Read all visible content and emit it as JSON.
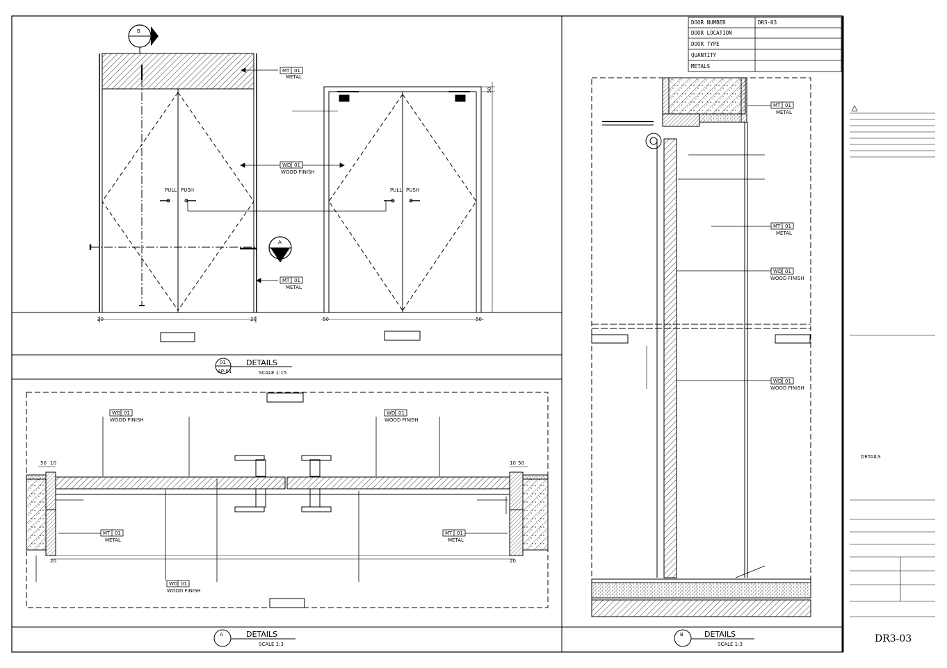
{
  "door_schedule": {
    "rows": [
      {
        "label": "DOOR NUMBER",
        "value": "DR3-03"
      },
      {
        "label": "DOOR LOCATION",
        "value": ""
      },
      {
        "label": "DOOR TYPE",
        "value": ""
      },
      {
        "label": "QUANTITY",
        "value": ""
      },
      {
        "label": "METALS",
        "value": ""
      }
    ]
  },
  "tags": {
    "mt": "MT",
    "wd": "WD",
    "num": "01",
    "metal": "METAL",
    "wood": "WOOD FINISH"
  },
  "elevation": {
    "section_b": "B",
    "section_a": "A",
    "dim_side_left": "20",
    "dim_side_right": "20",
    "dim_side_50l": "50",
    "dim_side_50r": "50",
    "dim_top_50": "50",
    "handle_push": "PUSH",
    "handle_pull": "PULL"
  },
  "detail_labels": {
    "top": {
      "title": "DETAILS",
      "num": "01",
      "ref": "AP-01",
      "scale": "SCALE 1:15"
    },
    "bottom_left": {
      "title": "DETAILS",
      "num": "A",
      "scale": "SCALE 1:3"
    },
    "bottom_right": {
      "title": "DETAILS",
      "num": "B",
      "scale": "SCALE 1:3"
    }
  },
  "plan": {
    "dim_50": "50",
    "dim_10": "10",
    "dim_20l": "20",
    "dim_20r": "20",
    "dim_10r": "10",
    "dim_50r": "50"
  },
  "title_block": {
    "drawing_number": "DR3-03",
    "details_label": "DETAILS"
  }
}
